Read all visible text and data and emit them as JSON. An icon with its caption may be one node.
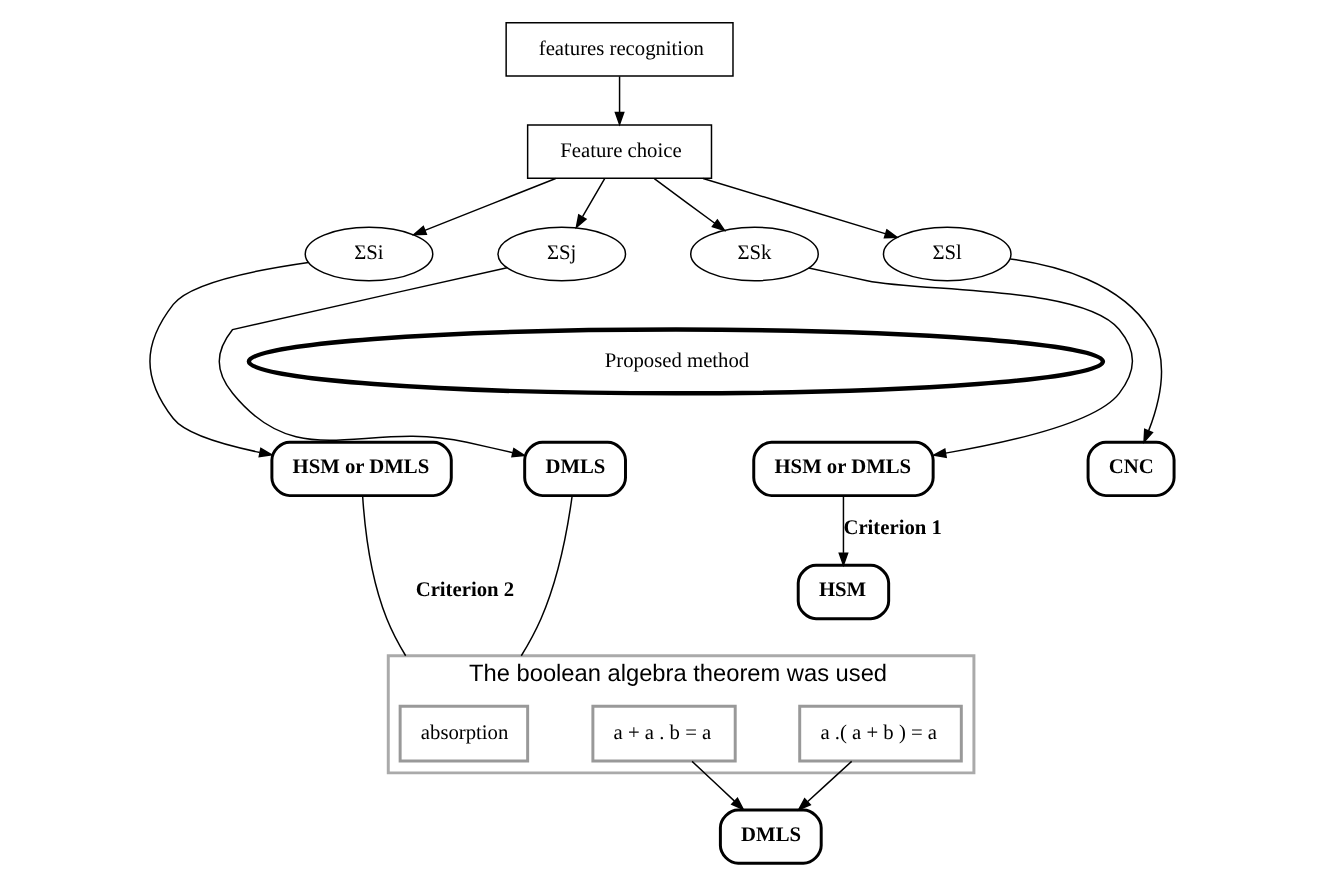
{
  "diagram": {
    "nodes": [
      {
        "text": [
          "features recognition"
        ]
      },
      {
        "text": [
          "Feature choice"
        ]
      },
      {
        "text": [
          "ΣSi"
        ]
      },
      {
        "text": [
          "ΣSj"
        ]
      },
      {
        "text": [
          "ΣSk"
        ]
      },
      {
        "text": [
          "ΣSl"
        ]
      },
      {
        "text": [
          "Proposed method"
        ]
      },
      {
        "text": [
          "HSM or DMLS"
        ]
      },
      {
        "text": [
          "DMLS"
        ]
      },
      {
        "text": [
          "HSM or DMLS"
        ]
      },
      {
        "text": [
          "CNC"
        ]
      },
      {
        "text": [
          "The boolean algebra theorem was used"
        ]
      },
      {
        "text": [
          "absorption"
        ],
        "in": 11
      },
      {
        "text": [
          "a + a . b = a"
        ],
        "in": 11
      },
      {
        "text": [
          "a .( a + b ) = a"
        ],
        "in": 11
      },
      {
        "text": [
          "HSM"
        ]
      },
      {
        "text": [
          "DMLS"
        ]
      }
    ],
    "edges": [
      {
        "from": 0,
        "to": 1,
        "arrow": "to"
      },
      {
        "from": 1,
        "to": 2,
        "arrow": "to"
      },
      {
        "from": 1,
        "to": 3,
        "arrow": "to"
      },
      {
        "from": 1,
        "to": 4,
        "arrow": "to"
      },
      {
        "from": 1,
        "to": 5,
        "arrow": "to"
      },
      {
        "from": 2,
        "to": 7,
        "arrow": "to"
      },
      {
        "from": 3,
        "to": 8,
        "arrow": "to"
      },
      {
        "from": 4,
        "to": 9,
        "arrow": "to"
      },
      {
        "from": 5,
        "to": 10,
        "arrow": "to"
      },
      {
        "from": 7,
        "to": 11,
        "arrow": "none"
      },
      {
        "from": 8,
        "to": 11,
        "arrow": "none"
      },
      {
        "from": 9,
        "to": 15,
        "arrow": "to",
        "label": "Criterion 1"
      },
      {
        "from": 13,
        "to": 16,
        "arrow": "to"
      },
      {
        "from": 14,
        "to": 16,
        "arrow": "to"
      }
    ],
    "labels": [
      "Criterion 2"
    ]
  }
}
